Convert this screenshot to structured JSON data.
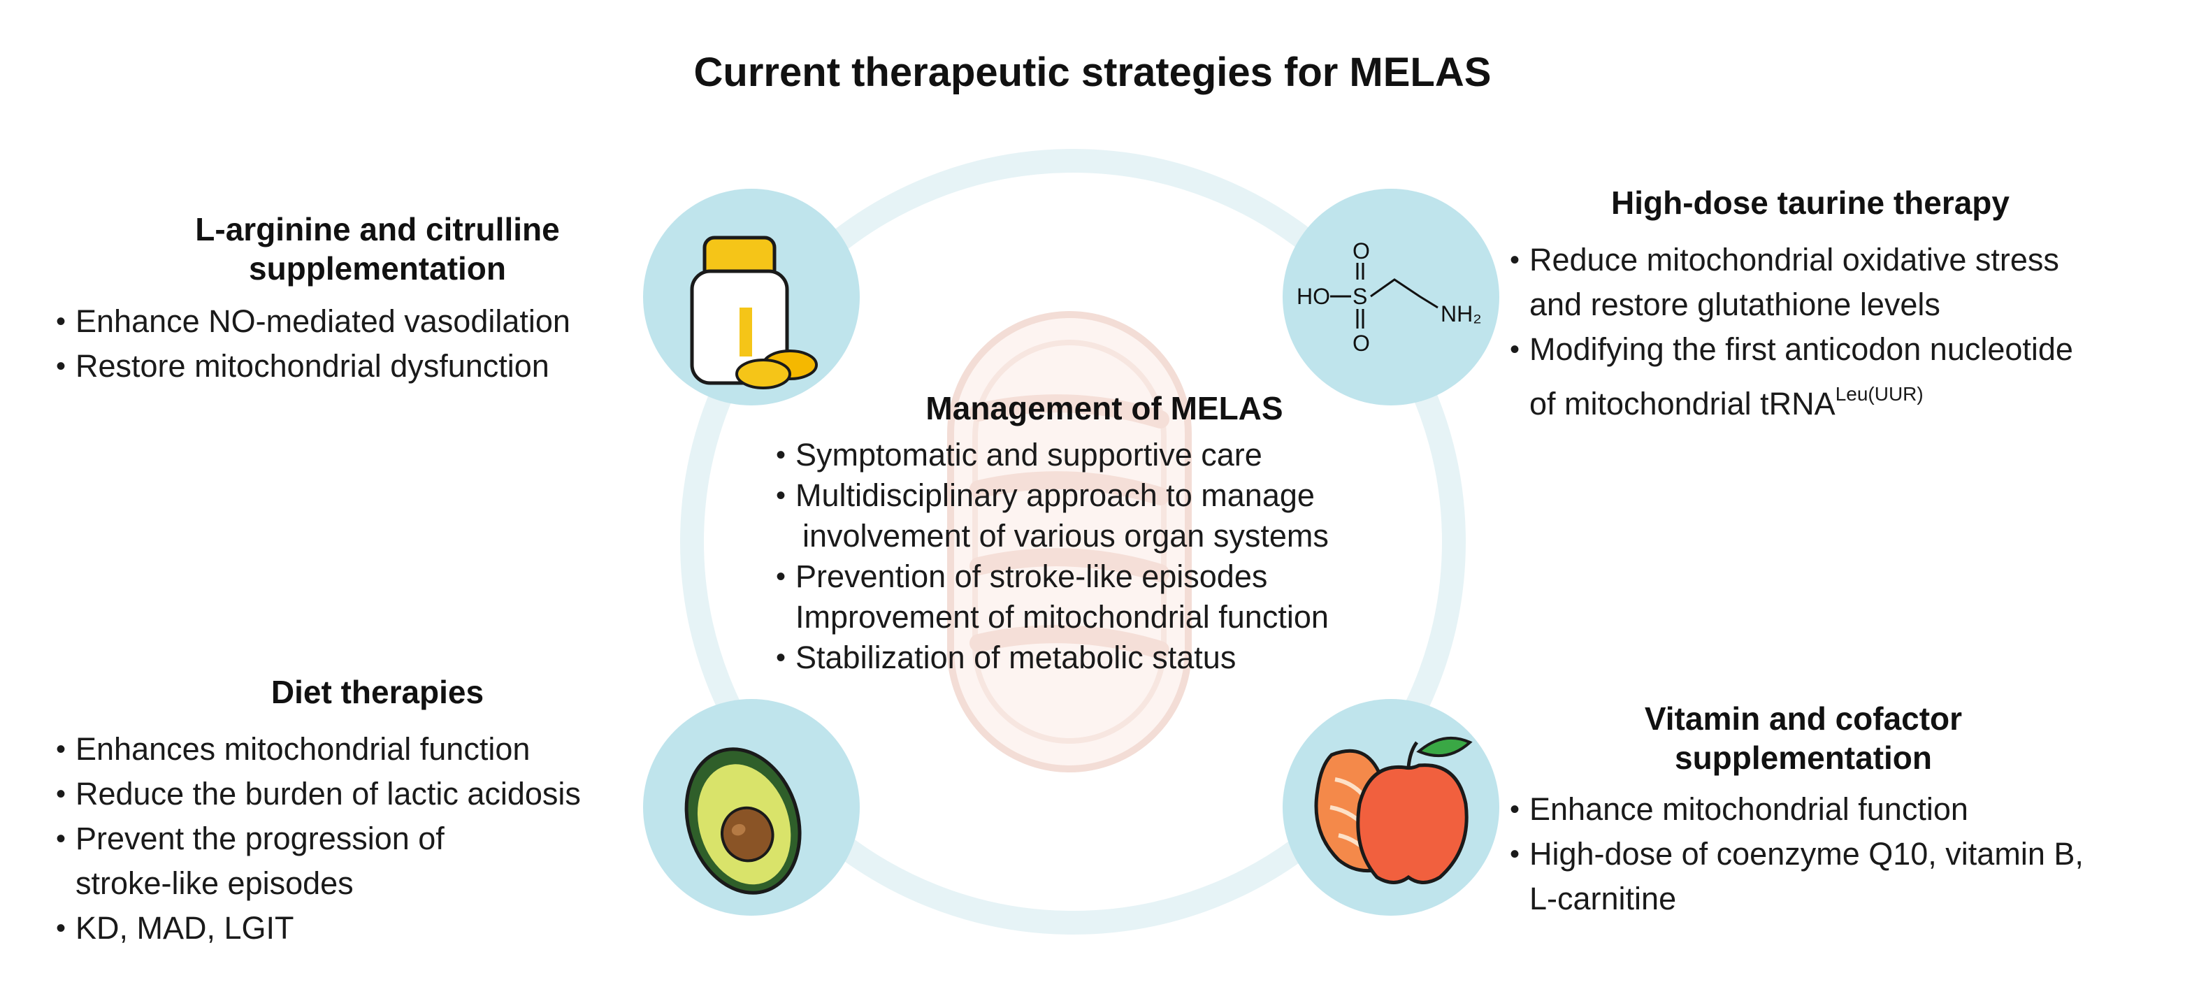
{
  "title": "Current therapeutic strategies for MELAS",
  "center": {
    "heading": "Management of MELAS",
    "bullets": [
      "Symptomatic and supportive care",
      "Multidisciplinary approach to manage",
      "involvement of various organ systems",
      "Prevention of stroke-like episodes",
      "Improvement of mitochondrial function",
      "Stabilization of metabolic status"
    ]
  },
  "top_left": {
    "heading_line1": "L-arginine and citrulline",
    "heading_line2": "supplementation",
    "bullets": [
      "Enhance NO-mediated vasodilation",
      "Restore mitochondrial dysfunction"
    ]
  },
  "top_right": {
    "heading": "High-dose taurine therapy",
    "bullets": [
      "Reduce mitochondrial oxidative stress",
      "and restore glutathione levels",
      "Modifying the first anticodon nucleotide",
      "of mitochondrial tRNA"
    ],
    "superscript": "Leu(UUR)",
    "molecule": {
      "left_label": "HO",
      "s": "S",
      "o_top": "O",
      "o_bottom": "O",
      "amine": "NH₂"
    }
  },
  "bottom_left": {
    "heading": "Diet therapies",
    "bullets": [
      "Enhances mitochondrial function",
      "Reduce the burden of lactic acidosis",
      "Prevent the progression of",
      "stroke-like episodes",
      "KD, MAD, LGIT"
    ]
  },
  "bottom_right": {
    "heading_line1": "Vitamin and cofactor",
    "heading_line2": "supplementation",
    "bullets": [
      "Enhance mitochondrial function",
      "High-dose of coenzyme Q10, vitamin B,",
      "L-carnitine"
    ]
  },
  "icons": {
    "top_left": "supplement-bottle-icon",
    "top_right": "taurine-molecule-icon",
    "bottom_left": "avocado-icon",
    "bottom_right": "salmon-apple-icon",
    "center": "mitochondrion-icon"
  },
  "colors": {
    "circle_fill": "#bfe4ec",
    "ring": "#e6f3f6",
    "mito_fill": "#fdf4f1"
  }
}
